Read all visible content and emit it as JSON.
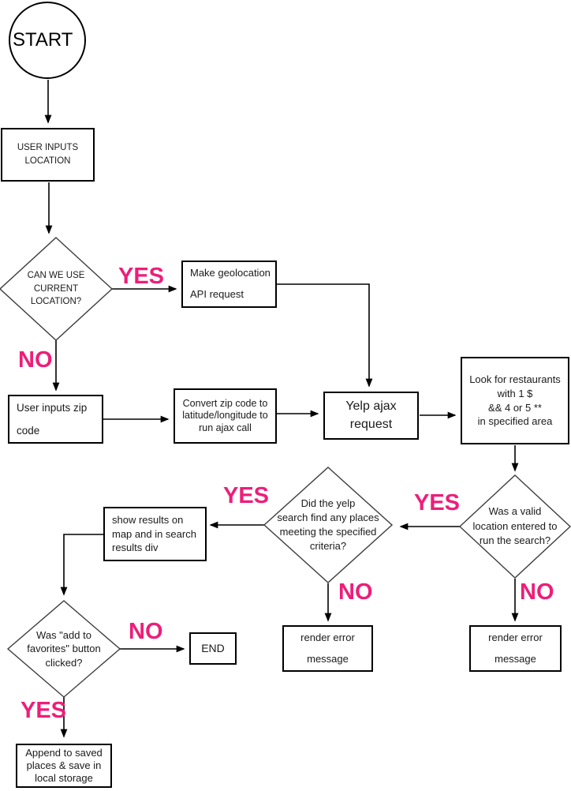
{
  "title": "Yelp restaurant search flowchart",
  "colors": {
    "accent_pink": "#ED1E79",
    "line": "#000000",
    "background": "#FFFFFF"
  },
  "nodes": {
    "start": {
      "label": "START"
    },
    "user_inputs_location": {
      "text": "USER INPUTS\nLOCATION"
    },
    "can_we_use_current_location": {
      "text": "CAN WE USE\nCURRENT\nLOCATION?"
    },
    "make_geolocation": {
      "text": "Make geolocation\nAPI request"
    },
    "user_inputs_zip": {
      "text": "User inputs zip\ncode"
    },
    "convert_zip": {
      "text": "Convert zip code to\nlatitude/longitude to\nrun ajax call"
    },
    "yelp_ajax": {
      "text": "Yelp ajax\nrequest"
    },
    "look_for_restaurants": {
      "text": "Look for restaurants\nwith 1 $\n&& 4 or 5 **\nin specified area"
    },
    "valid_location_entered": {
      "text": "Was a valid\nlocation entered to\nrun the search?"
    },
    "yelp_search_found_places": {
      "text": "Did the yelp\nsearch find any places\nmeeting the specified\ncriteria?"
    },
    "show_results": {
      "text": "show results on\nmap and in search\nresults div"
    },
    "render_error_left": {
      "text": "render error\nmessage"
    },
    "render_error_right": {
      "text": "render error\nmessage"
    },
    "was_favorites_clicked": {
      "text": "Was \"add to\nfavorites\" button\nclicked?"
    },
    "end": {
      "label": "END"
    },
    "append_saved": {
      "text": "Append to saved\nplaces & save in\nlocal storage"
    }
  },
  "edge_labels": {
    "yes_current_location": "YES",
    "no_current_location": "NO",
    "yes_valid_location": "YES",
    "no_valid_location": "NO",
    "yes_found_places": "YES",
    "no_found_places": "NO",
    "no_favorites_clicked": "NO",
    "yes_favorites_clicked": "YES"
  }
}
